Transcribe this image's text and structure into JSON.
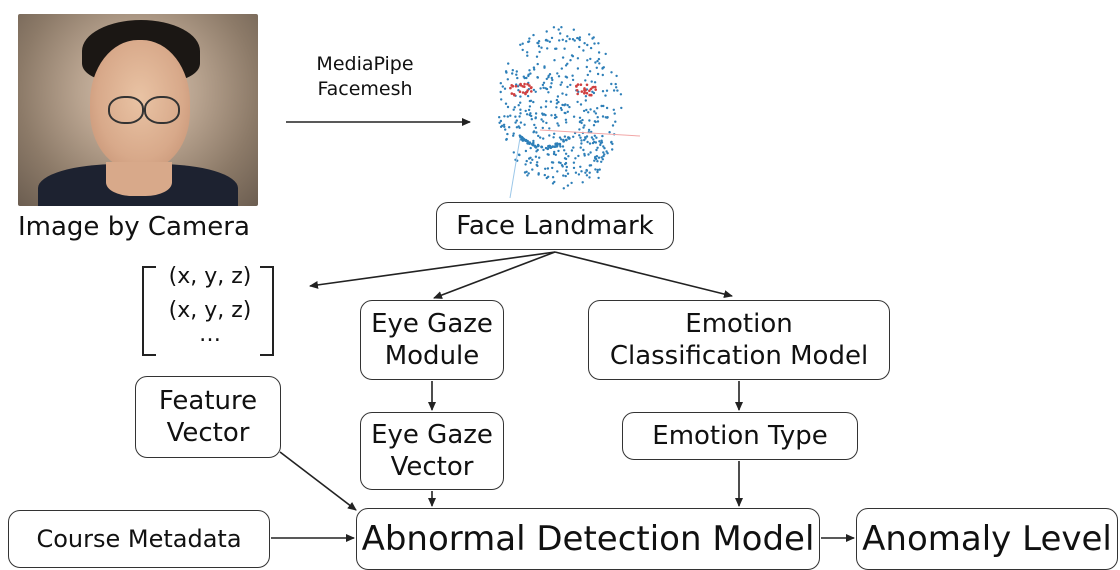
{
  "caption_camera": "Image by Camera",
  "mediapipe_label_line1": "MediaPipe",
  "mediapipe_label_line2": "Facemesh",
  "face_landmark": "Face Landmark",
  "coords": {
    "row1": "(x, y, z)",
    "row2": "(x, y, z)",
    "row3": "…"
  },
  "eye_gaze_module": {
    "line1": "Eye Gaze",
    "line2": "Module"
  },
  "emotion_model": {
    "line1": "Emotion",
    "line2": "Classification Model"
  },
  "feature_vector": {
    "line1": "Feature",
    "line2": "Vector"
  },
  "eye_gaze_vector": {
    "line1": "Eye Gaze",
    "line2": "Vector"
  },
  "emotion_type": "Emotion Type",
  "course_metadata": "Course Metadata",
  "abnormal_detection": "Abnormal Detection Model",
  "anomaly_level": "Anomaly Level",
  "colors": {
    "mesh_dot": "#2e7fb8",
    "mesh_eye": "#d04040",
    "box_border": "#333333"
  }
}
